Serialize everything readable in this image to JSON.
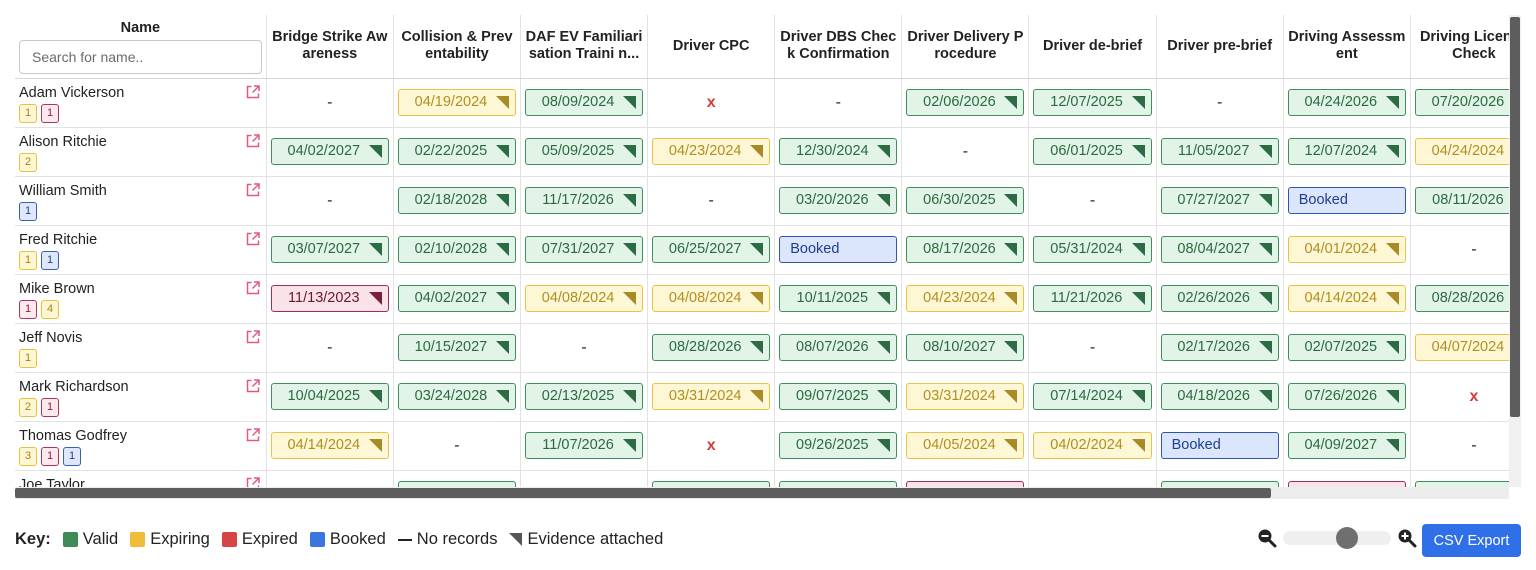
{
  "header": {
    "name_label": "Name",
    "search_placeholder": "Search for name..",
    "columns": [
      "Bridge Strike Awareness",
      "Collision & Preventability",
      "DAF EV Familiarisation Traini n...",
      "Driver CPC",
      "Driver DBS Check Confirmation",
      "Driver Delivery Procedure",
      "Driver de-brief",
      "Driver pre-brief",
      "Driving Assessment",
      "Driving Licence Check"
    ]
  },
  "rows": [
    {
      "name": "Adam Vickerson",
      "badges": [
        {
          "n": "1",
          "c": "yellow"
        },
        {
          "n": "1",
          "c": "red"
        }
      ],
      "cells": [
        {
          "t": "dash"
        },
        {
          "t": "expiring",
          "v": "04/19/2024"
        },
        {
          "t": "valid",
          "v": "08/09/2024"
        },
        {
          "t": "cross"
        },
        {
          "t": "dash"
        },
        {
          "t": "valid",
          "v": "02/06/2026"
        },
        {
          "t": "valid",
          "v": "12/07/2025"
        },
        {
          "t": "dash"
        },
        {
          "t": "valid",
          "v": "04/24/2026"
        },
        {
          "t": "valid",
          "v": "07/20/2026"
        }
      ]
    },
    {
      "name": "Alison Ritchie",
      "badges": [
        {
          "n": "2",
          "c": "yellow"
        }
      ],
      "cells": [
        {
          "t": "valid",
          "v": "04/02/2027"
        },
        {
          "t": "valid",
          "v": "02/22/2025"
        },
        {
          "t": "valid",
          "v": "05/09/2025"
        },
        {
          "t": "expiring",
          "v": "04/23/2024"
        },
        {
          "t": "valid",
          "v": "12/30/2024"
        },
        {
          "t": "dash"
        },
        {
          "t": "valid",
          "v": "06/01/2025"
        },
        {
          "t": "valid",
          "v": "11/05/2027"
        },
        {
          "t": "valid",
          "v": "12/07/2024"
        },
        {
          "t": "expiring",
          "v": "04/24/2024"
        }
      ]
    },
    {
      "name": "William Smith",
      "badges": [
        {
          "n": "1",
          "c": "blue"
        }
      ],
      "cells": [
        {
          "t": "dash"
        },
        {
          "t": "valid",
          "v": "02/18/2028"
        },
        {
          "t": "valid",
          "v": "11/17/2026"
        },
        {
          "t": "dash"
        },
        {
          "t": "valid",
          "v": "03/20/2026"
        },
        {
          "t": "valid",
          "v": "06/30/2025"
        },
        {
          "t": "dash"
        },
        {
          "t": "valid",
          "v": "07/27/2027"
        },
        {
          "t": "booked",
          "v": "Booked"
        },
        {
          "t": "valid",
          "v": "08/11/2026"
        }
      ]
    },
    {
      "name": "Fred Ritchie",
      "badges": [
        {
          "n": "1",
          "c": "yellow"
        },
        {
          "n": "1",
          "c": "blue"
        }
      ],
      "cells": [
        {
          "t": "valid",
          "v": "03/07/2027"
        },
        {
          "t": "valid",
          "v": "02/10/2028"
        },
        {
          "t": "valid",
          "v": "07/31/2027"
        },
        {
          "t": "valid",
          "v": "06/25/2027"
        },
        {
          "t": "booked",
          "v": "Booked"
        },
        {
          "t": "valid",
          "v": "08/17/2026"
        },
        {
          "t": "valid",
          "v": "05/31/2024"
        },
        {
          "t": "valid",
          "v": "08/04/2027"
        },
        {
          "t": "expiring",
          "v": "04/01/2024"
        },
        {
          "t": "dash"
        }
      ]
    },
    {
      "name": "Mike Brown",
      "badges": [
        {
          "n": "1",
          "c": "red"
        },
        {
          "n": "4",
          "c": "yellow"
        }
      ],
      "cells": [
        {
          "t": "expired",
          "v": "11/13/2023"
        },
        {
          "t": "valid",
          "v": "04/02/2027"
        },
        {
          "t": "expiring",
          "v": "04/08/2024"
        },
        {
          "t": "expiring",
          "v": "04/08/2024"
        },
        {
          "t": "valid",
          "v": "10/11/2025"
        },
        {
          "t": "expiring",
          "v": "04/23/2024"
        },
        {
          "t": "valid",
          "v": "11/21/2026"
        },
        {
          "t": "valid",
          "v": "02/26/2026"
        },
        {
          "t": "expiring",
          "v": "04/14/2024"
        },
        {
          "t": "valid",
          "v": "08/28/2026"
        }
      ]
    },
    {
      "name": "Jeff Novis",
      "badges": [
        {
          "n": "1",
          "c": "yellow"
        }
      ],
      "cells": [
        {
          "t": "dash"
        },
        {
          "t": "valid",
          "v": "10/15/2027"
        },
        {
          "t": "dash"
        },
        {
          "t": "valid",
          "v": "08/28/2026"
        },
        {
          "t": "valid",
          "v": "08/07/2026"
        },
        {
          "t": "valid",
          "v": "08/10/2027"
        },
        {
          "t": "dash"
        },
        {
          "t": "valid",
          "v": "02/17/2026"
        },
        {
          "t": "valid",
          "v": "02/07/2025"
        },
        {
          "t": "expiring",
          "v": "04/07/2024"
        }
      ]
    },
    {
      "name": "Mark Richardson",
      "badges": [
        {
          "n": "2",
          "c": "yellow"
        },
        {
          "n": "1",
          "c": "red"
        }
      ],
      "cells": [
        {
          "t": "valid",
          "v": "10/04/2025"
        },
        {
          "t": "valid",
          "v": "03/24/2028"
        },
        {
          "t": "valid",
          "v": "02/13/2025"
        },
        {
          "t": "expiring",
          "v": "03/31/2024"
        },
        {
          "t": "valid",
          "v": "09/07/2025"
        },
        {
          "t": "expiring",
          "v": "03/31/2024"
        },
        {
          "t": "valid",
          "v": "07/14/2024"
        },
        {
          "t": "valid",
          "v": "04/18/2026"
        },
        {
          "t": "valid",
          "v": "07/26/2026"
        },
        {
          "t": "cross"
        }
      ]
    },
    {
      "name": "Thomas Godfrey",
      "badges": [
        {
          "n": "3",
          "c": "yellow"
        },
        {
          "n": "1",
          "c": "red"
        },
        {
          "n": "1",
          "c": "blue"
        }
      ],
      "cells": [
        {
          "t": "expiring",
          "v": "04/14/2024"
        },
        {
          "t": "dash"
        },
        {
          "t": "valid",
          "v": "11/07/2026"
        },
        {
          "t": "cross"
        },
        {
          "t": "valid",
          "v": "09/26/2025"
        },
        {
          "t": "expiring",
          "v": "04/05/2024"
        },
        {
          "t": "expiring",
          "v": "04/02/2024"
        },
        {
          "t": "booked",
          "v": "Booked"
        },
        {
          "t": "valid",
          "v": "04/09/2027"
        },
        {
          "t": "dash"
        }
      ]
    },
    {
      "name": "Joe Taylor",
      "badges": [],
      "cells": [
        {
          "t": "blank"
        },
        {
          "t": "valid",
          "v": ""
        },
        {
          "t": "blank"
        },
        {
          "t": "valid",
          "v": ""
        },
        {
          "t": "valid",
          "v": ""
        },
        {
          "t": "expired",
          "v": ""
        },
        {
          "t": "blank"
        },
        {
          "t": "valid",
          "v": ""
        },
        {
          "t": "expired",
          "v": ""
        },
        {
          "t": "valid",
          "v": ""
        }
      ]
    }
  ],
  "symbols": {
    "dash": "-",
    "cross": "x"
  },
  "key": {
    "label": "Key:",
    "items": [
      {
        "label": "Valid",
        "swatch": "valid",
        "color": "#3e8b56"
      },
      {
        "label": "Expiring",
        "swatch": "expiring",
        "color": "#f0bd3a"
      },
      {
        "label": "Expired",
        "swatch": "expired",
        "color": "#d64545"
      },
      {
        "label": "Booked",
        "swatch": "booked",
        "color": "#3b76e0"
      },
      {
        "label": "No records",
        "swatch": "dash"
      },
      {
        "label": "Evidence attached",
        "swatch": "triangle"
      }
    ]
  },
  "zoom": {
    "out_icon": "zoom-out-icon",
    "in_icon": "zoom-in-icon",
    "level": 0.62
  },
  "export_button": "CSV Export"
}
